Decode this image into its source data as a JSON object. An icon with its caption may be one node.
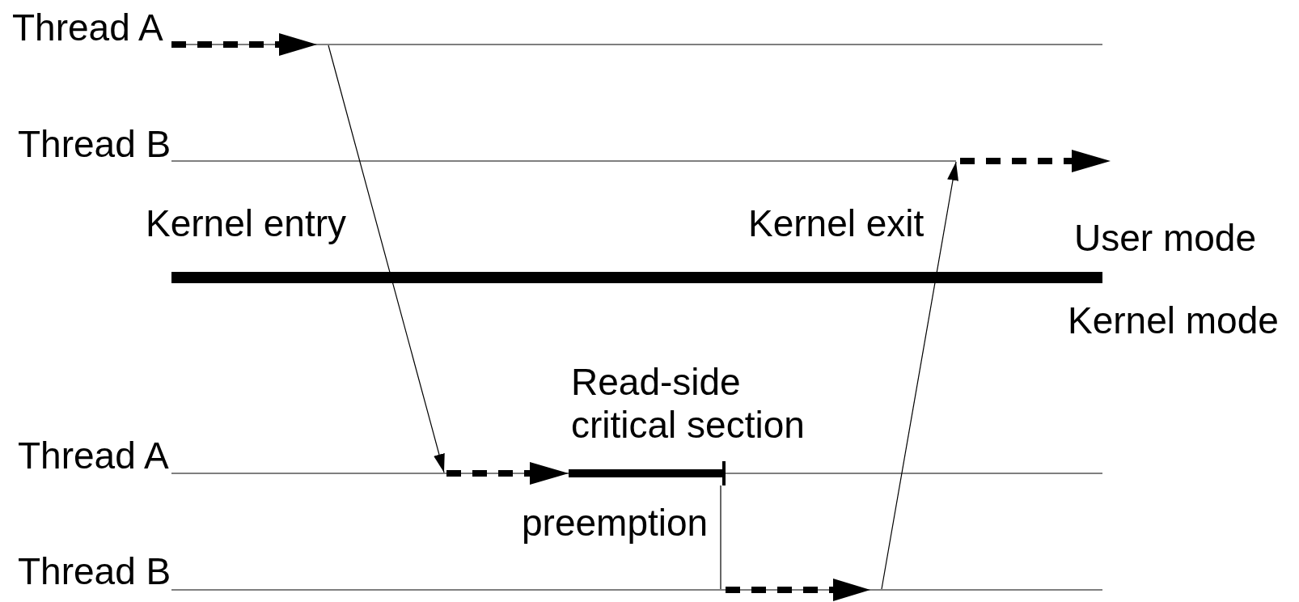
{
  "diagram": {
    "nodes": [
      {
        "text": [],
        "shape": "bar",
        "beside": [
          "Thread A"
        ]
      },
      {
        "text": [],
        "shape": "bar",
        "beside": [
          "Thread B"
        ]
      },
      {
        "text": [],
        "shape": "bar",
        "beside": [
          "Thread A"
        ]
      },
      {
        "text": [],
        "shape": "bar",
        "beside": [
          "Thread B"
        ]
      },
      {
        "text": [],
        "shape": "bar",
        "beside": [
          "Read-side critical section"
        ]
      }
    ],
    "edges": [
      {
        "from": 0,
        "to": 2,
        "arrow": "to",
        "label": "Kernel entry"
      },
      {
        "from": 4,
        "to": 3,
        "arrow": "none",
        "label": "preemption"
      },
      {
        "from": 3,
        "to": 1,
        "arrow": "to",
        "label": "Kernel exit"
      }
    ],
    "labels": [
      "User mode",
      "Kernel mode"
    ]
  }
}
